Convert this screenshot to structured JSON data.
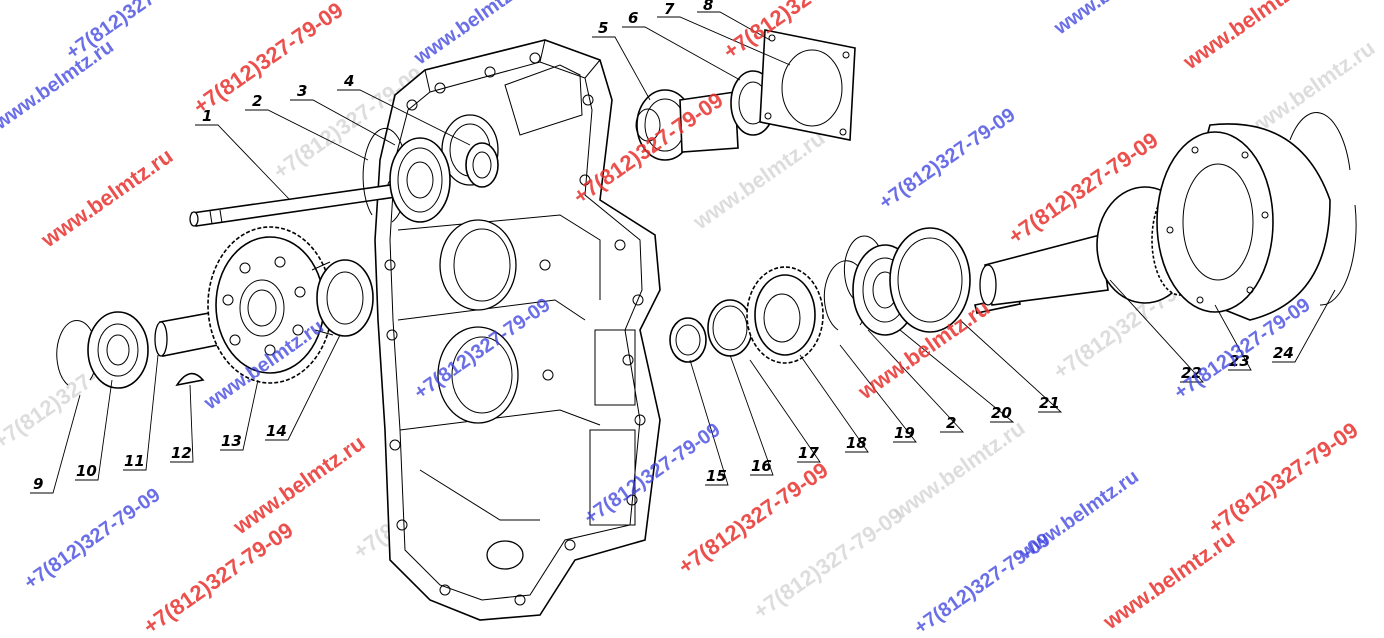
{
  "callouts": [
    "1",
    "2",
    "3",
    "4",
    "5",
    "6",
    "7",
    "8",
    "9",
    "10",
    "11",
    "12",
    "13",
    "14",
    "15",
    "16",
    "17",
    "18",
    "19",
    "2",
    "20",
    "21",
    "22",
    "23",
    "24"
  ],
  "watermarks": {
    "site": "www.belmtz.ru",
    "phone": "+7(812)327-79-09"
  },
  "colors": {
    "watermark_red": "#e8322e",
    "watermark_blue": "#3a3fe0",
    "line": "#000000",
    "background": "#ffffff"
  }
}
